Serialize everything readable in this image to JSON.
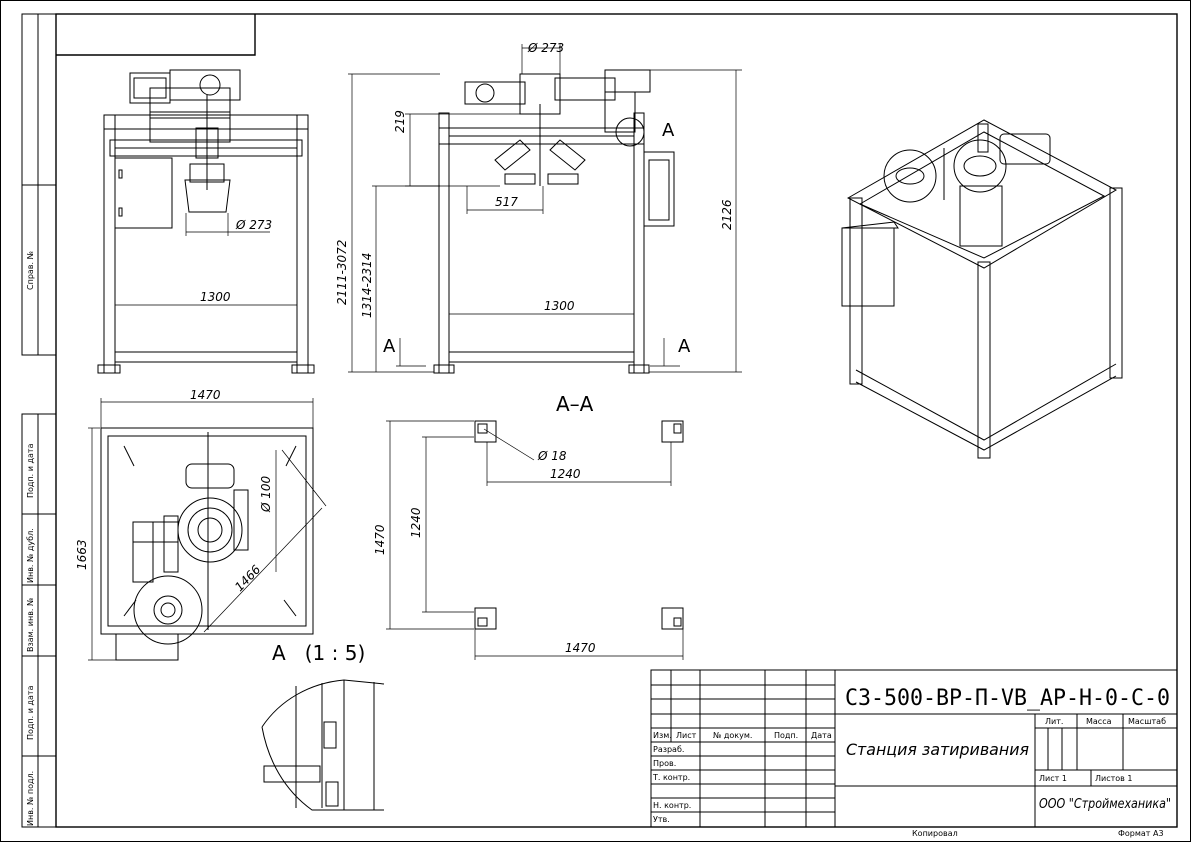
{
  "sidebar": {
    "stamps": [
      "Справ. №",
      "Подп. и дата",
      "Инв. № дубл.",
      "Взам. инв. №",
      "Подп. и дата",
      "Инв. № подл."
    ]
  },
  "views": {
    "front": {
      "dim_diameter": "Ø 273",
      "dim_width": "1300"
    },
    "side": {
      "dim_top_diameter": "Ø 273",
      "dim_219": "219",
      "dim_517": "517",
      "dim_height_range1": "2111-3072",
      "dim_height_range2": "1314-2314",
      "dim_2126": "2126",
      "dim_width": "1300",
      "section_mark_left": "A",
      "section_mark_right": "A",
      "detail_mark": "A"
    },
    "top": {
      "dim_1470": "1470",
      "dim_1663": "1663",
      "dim_100": "Ø 100",
      "dim_1466": "1466"
    },
    "section_aa": {
      "title": "A–A",
      "dim_18": "Ø 18",
      "dim_1240_h": "1240",
      "dim_1240_v": "1240",
      "dim_1470_v": "1470",
      "dim_1470_h": "1470"
    },
    "detail": {
      "title": "A   (1 : 5)"
    }
  },
  "title_block": {
    "designation": "СЗ-500-ВР-П-VB_AP-Н-0-С-0",
    "name": "Станция затиривания",
    "company": "ООО \"Строймеханика\"",
    "cols": {
      "izm": "Изм.",
      "list": "Лист",
      "doc": "№ докум.",
      "podp": "Подп.",
      "data": "Дата"
    },
    "rows": {
      "razrab": "Разраб.",
      "prov": "Пров.",
      "tkontr": "Т. контр.",
      "nkontr": "Н. контр.",
      "utv": "Утв."
    },
    "lit": "Лит.",
    "massa": "Масса",
    "masshtab": "Масштаб",
    "sheet": "Лист 1",
    "sheets": "Листов 1"
  },
  "footer": {
    "copied": "Копировал",
    "format": "Формат А3"
  }
}
